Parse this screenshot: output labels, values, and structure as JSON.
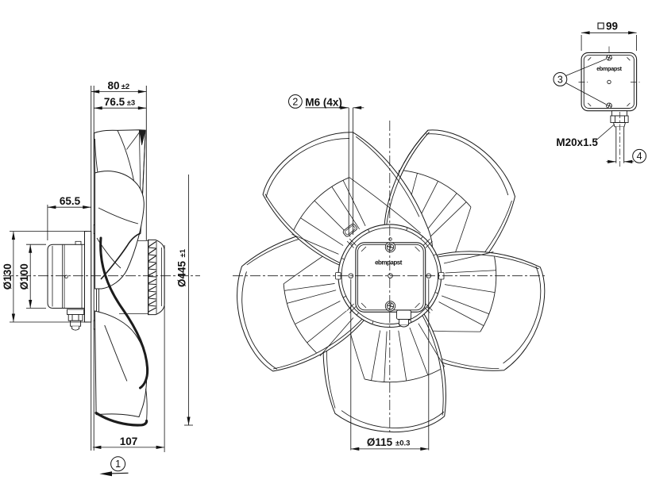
{
  "document": {
    "type": "technical-drawing",
    "subject": "axial fan with motor and terminal box",
    "background_color": "#ffffff",
    "line_color": "#1c1c1c",
    "views": [
      "side view",
      "front view",
      "terminal box detail"
    ]
  },
  "side_view": {
    "dim_depth": {
      "value": "80",
      "tol": "±2"
    },
    "dim_blade_depth": {
      "value": "76.5",
      "tol": "±3"
    },
    "dim_motor_length": {
      "value": "65.5"
    },
    "dim_flange_dia": {
      "value": "Ø130"
    },
    "dim_motor_dia": {
      "value": "Ø100"
    },
    "dim_fan_dia": {
      "value": "Ø445",
      "tol": "±1"
    },
    "dim_total_depth": {
      "value": "107"
    },
    "callout_airflow": {
      "number": "1"
    }
  },
  "front_view": {
    "callout_screws": {
      "number": "2",
      "label": "M6 (4x)"
    },
    "dim_bolt_circle": {
      "value": "Ø115",
      "tol": "±0.3"
    },
    "hub_logo": "ebmpapst"
  },
  "terminal_box_view": {
    "dim_box": {
      "symbol": "□",
      "value": "99"
    },
    "callout_cover_screws": {
      "number": "3"
    },
    "thread_label": "M20x1.5",
    "callout_cable": {
      "number": "4"
    },
    "box_logo": "ebmpapst"
  }
}
